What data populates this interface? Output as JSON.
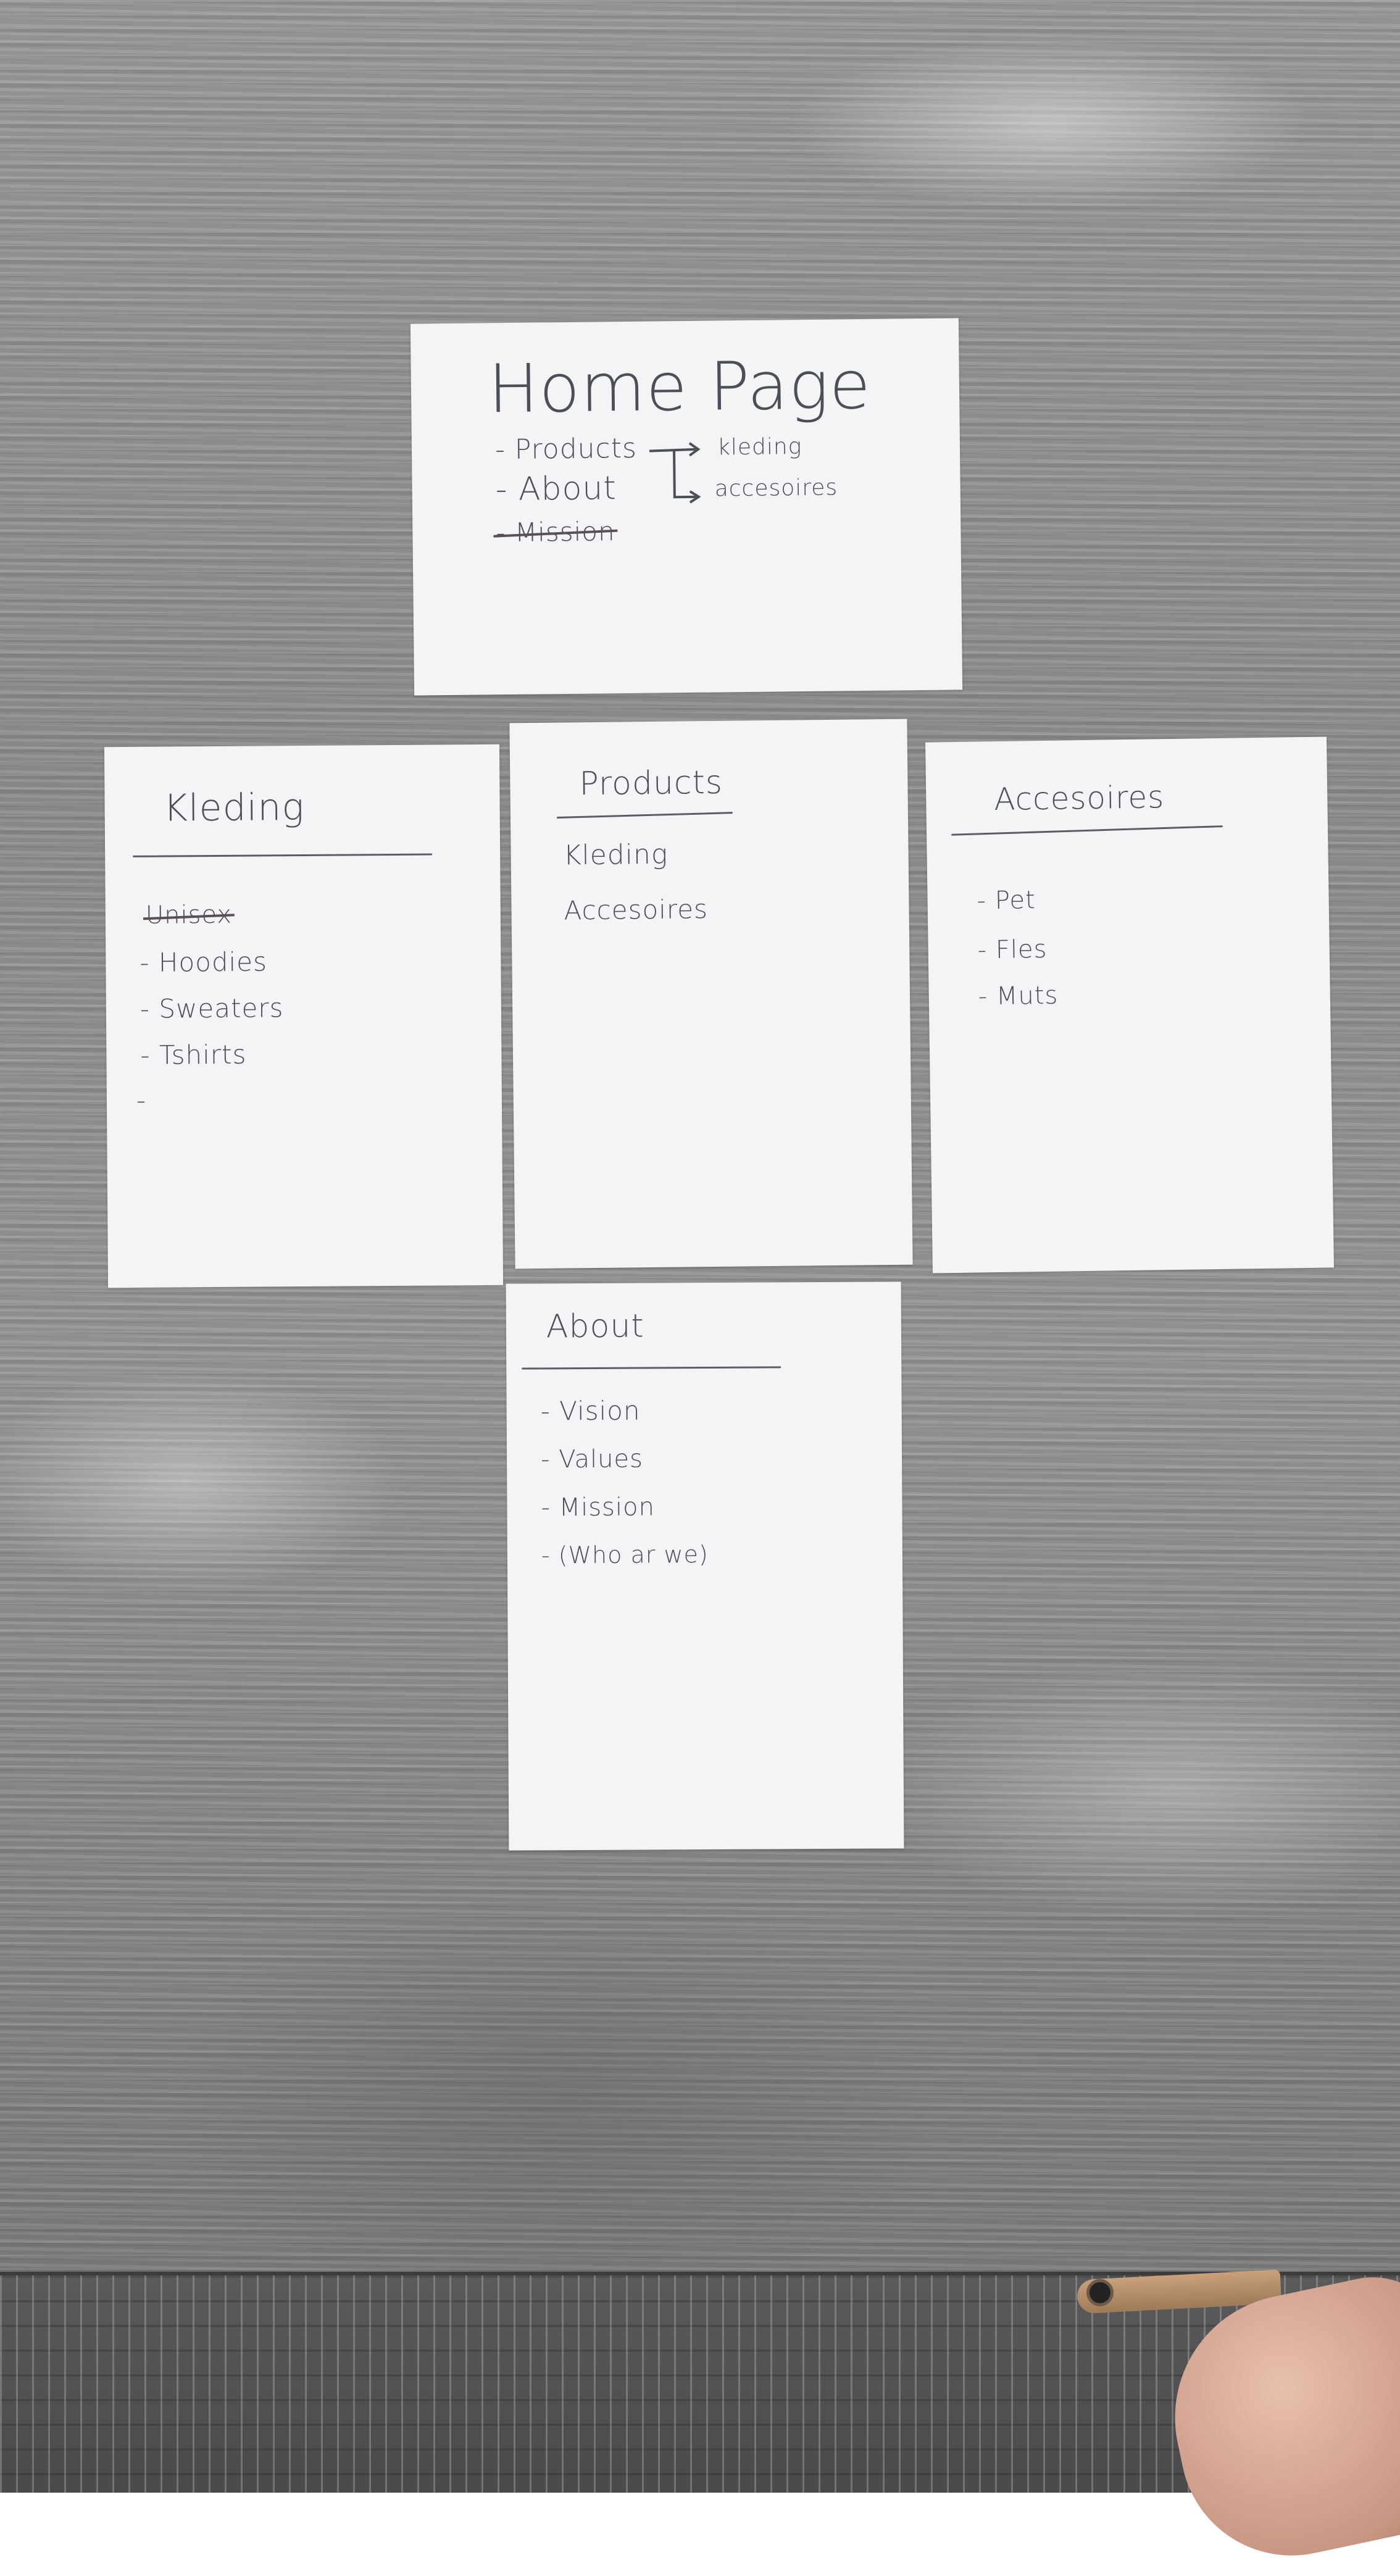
{
  "home_card": {
    "title": "Home Page",
    "items": [
      "- Products",
      "- About",
      "- Mission"
    ],
    "links": [
      "kleding",
      "accesoires"
    ]
  },
  "kleding_card": {
    "title": "Kleding",
    "struck": "Unisex",
    "items": [
      "- Hoodies",
      "- Sweaters",
      "- Tshirts",
      "-"
    ]
  },
  "products_card": {
    "title": "Products",
    "items": [
      "Kleding",
      "Accesoires"
    ]
  },
  "accesoires_card": {
    "title": "Accesoires",
    "items": [
      "- Pet",
      "- Fles",
      "- Muts"
    ]
  },
  "about_card": {
    "title": "About",
    "items": [
      "- Vision",
      "- Values",
      "- Mission",
      "- (Who ar we)"
    ]
  }
}
